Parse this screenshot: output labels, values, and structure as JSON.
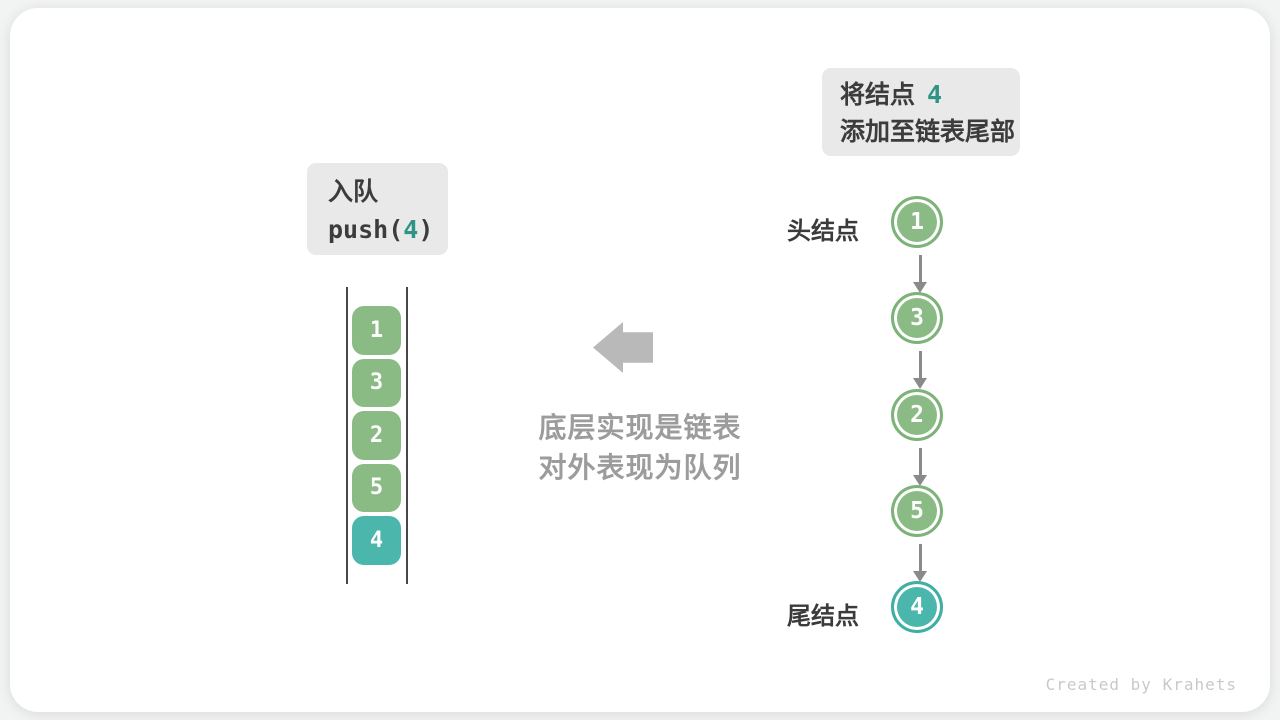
{
  "colors": {
    "green": "#8bbb85",
    "green_ring": "#7db378",
    "teal": "#4bb6ac",
    "teal_ring": "#3fafa4",
    "teal_text": "#2f9386",
    "box_bg": "#e9e9e9",
    "dark_text": "#3c3c3c",
    "big_arrow": "#b9b9b9",
    "caption_gray": "#9c9c9c",
    "connector_gray": "#8a8a8a",
    "credit_gray": "#c9c9c9"
  },
  "note_box": {
    "line1_pre": "将结点",
    "line1_value": "4",
    "line2": "添加至链表尾部"
  },
  "enqueue_box": {
    "title": "入队",
    "code_pre": "push(",
    "code_arg": "4",
    "code_post": ")"
  },
  "stack": {
    "items": [
      {
        "value": "1",
        "highlight": false
      },
      {
        "value": "3",
        "highlight": false
      },
      {
        "value": "2",
        "highlight": false
      },
      {
        "value": "5",
        "highlight": false
      },
      {
        "value": "4",
        "highlight": true
      }
    ]
  },
  "caption": {
    "line1": "底层实现是链表",
    "line2": "对外表现为队列"
  },
  "linked_list": {
    "head_label": "头结点",
    "tail_label": "尾结点",
    "nodes": [
      {
        "value": "1",
        "highlight": false
      },
      {
        "value": "3",
        "highlight": false
      },
      {
        "value": "2",
        "highlight": false
      },
      {
        "value": "5",
        "highlight": false
      },
      {
        "value": "4",
        "highlight": true
      }
    ]
  },
  "credit": "Created by Krahets"
}
